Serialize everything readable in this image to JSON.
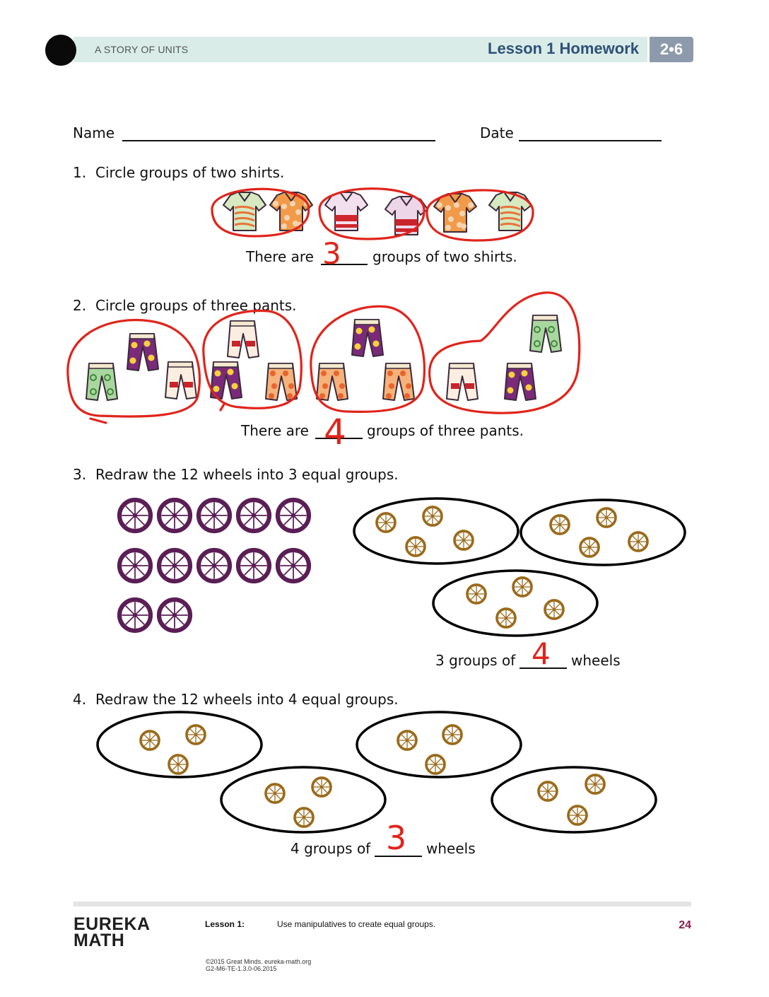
{
  "header": {
    "series": "A STORY OF UNITS",
    "lesson_title": "Lesson 1 Homework",
    "module": "2•6"
  },
  "form": {
    "name_label": "Name",
    "date_label": "Date"
  },
  "problems": [
    {
      "number": "1.",
      "prompt": "Circle groups of two shirts.",
      "sentence_before": "There are",
      "sentence_after": "groups of two shirts.",
      "handwritten_answer": "3"
    },
    {
      "number": "2.",
      "prompt": "Circle groups of three pants.",
      "sentence_before": "There are",
      "sentence_after": "groups of three pants.",
      "handwritten_answer": "4"
    },
    {
      "number": "3.",
      "prompt": "Redraw the 12 wheels into 3 equal groups.",
      "sentence_before": "3 groups of",
      "sentence_after": "wheels",
      "handwritten_answer": "4"
    },
    {
      "number": "4.",
      "prompt": "Redraw the 12 wheels into 4 equal groups.",
      "sentence_before": "4 groups of",
      "sentence_after": "wheels",
      "handwritten_answer": "3"
    }
  ],
  "illustration_counts": {
    "shirts": 6,
    "pants": 12,
    "purple_wheels": 12,
    "p3_drawn_groups": 3,
    "p3_wheels_per_group": 4,
    "p4_drawn_groups": 4,
    "p4_wheels_per_group": 3
  },
  "colors": {
    "header_bar": "#d9ece8",
    "lesson_title": "#2f5077",
    "module_badge": "#8d9aab",
    "handwriting_red": "#e0241b",
    "wheel_purple": "#5a1e55",
    "wheel_brown": "#9a6a1a",
    "page_number": "#8a1a4a"
  },
  "footer": {
    "brand_line1": "EUREKA",
    "brand_line2": "MATH",
    "lesson_label": "Lesson 1:",
    "lesson_desc": "Use manipulatives to create equal groups.",
    "page_number": "24",
    "copyright": "©2015 Great Minds. eureka-math.org",
    "doc_code": "G2-M6-TE-1.3.0-06.2015"
  }
}
